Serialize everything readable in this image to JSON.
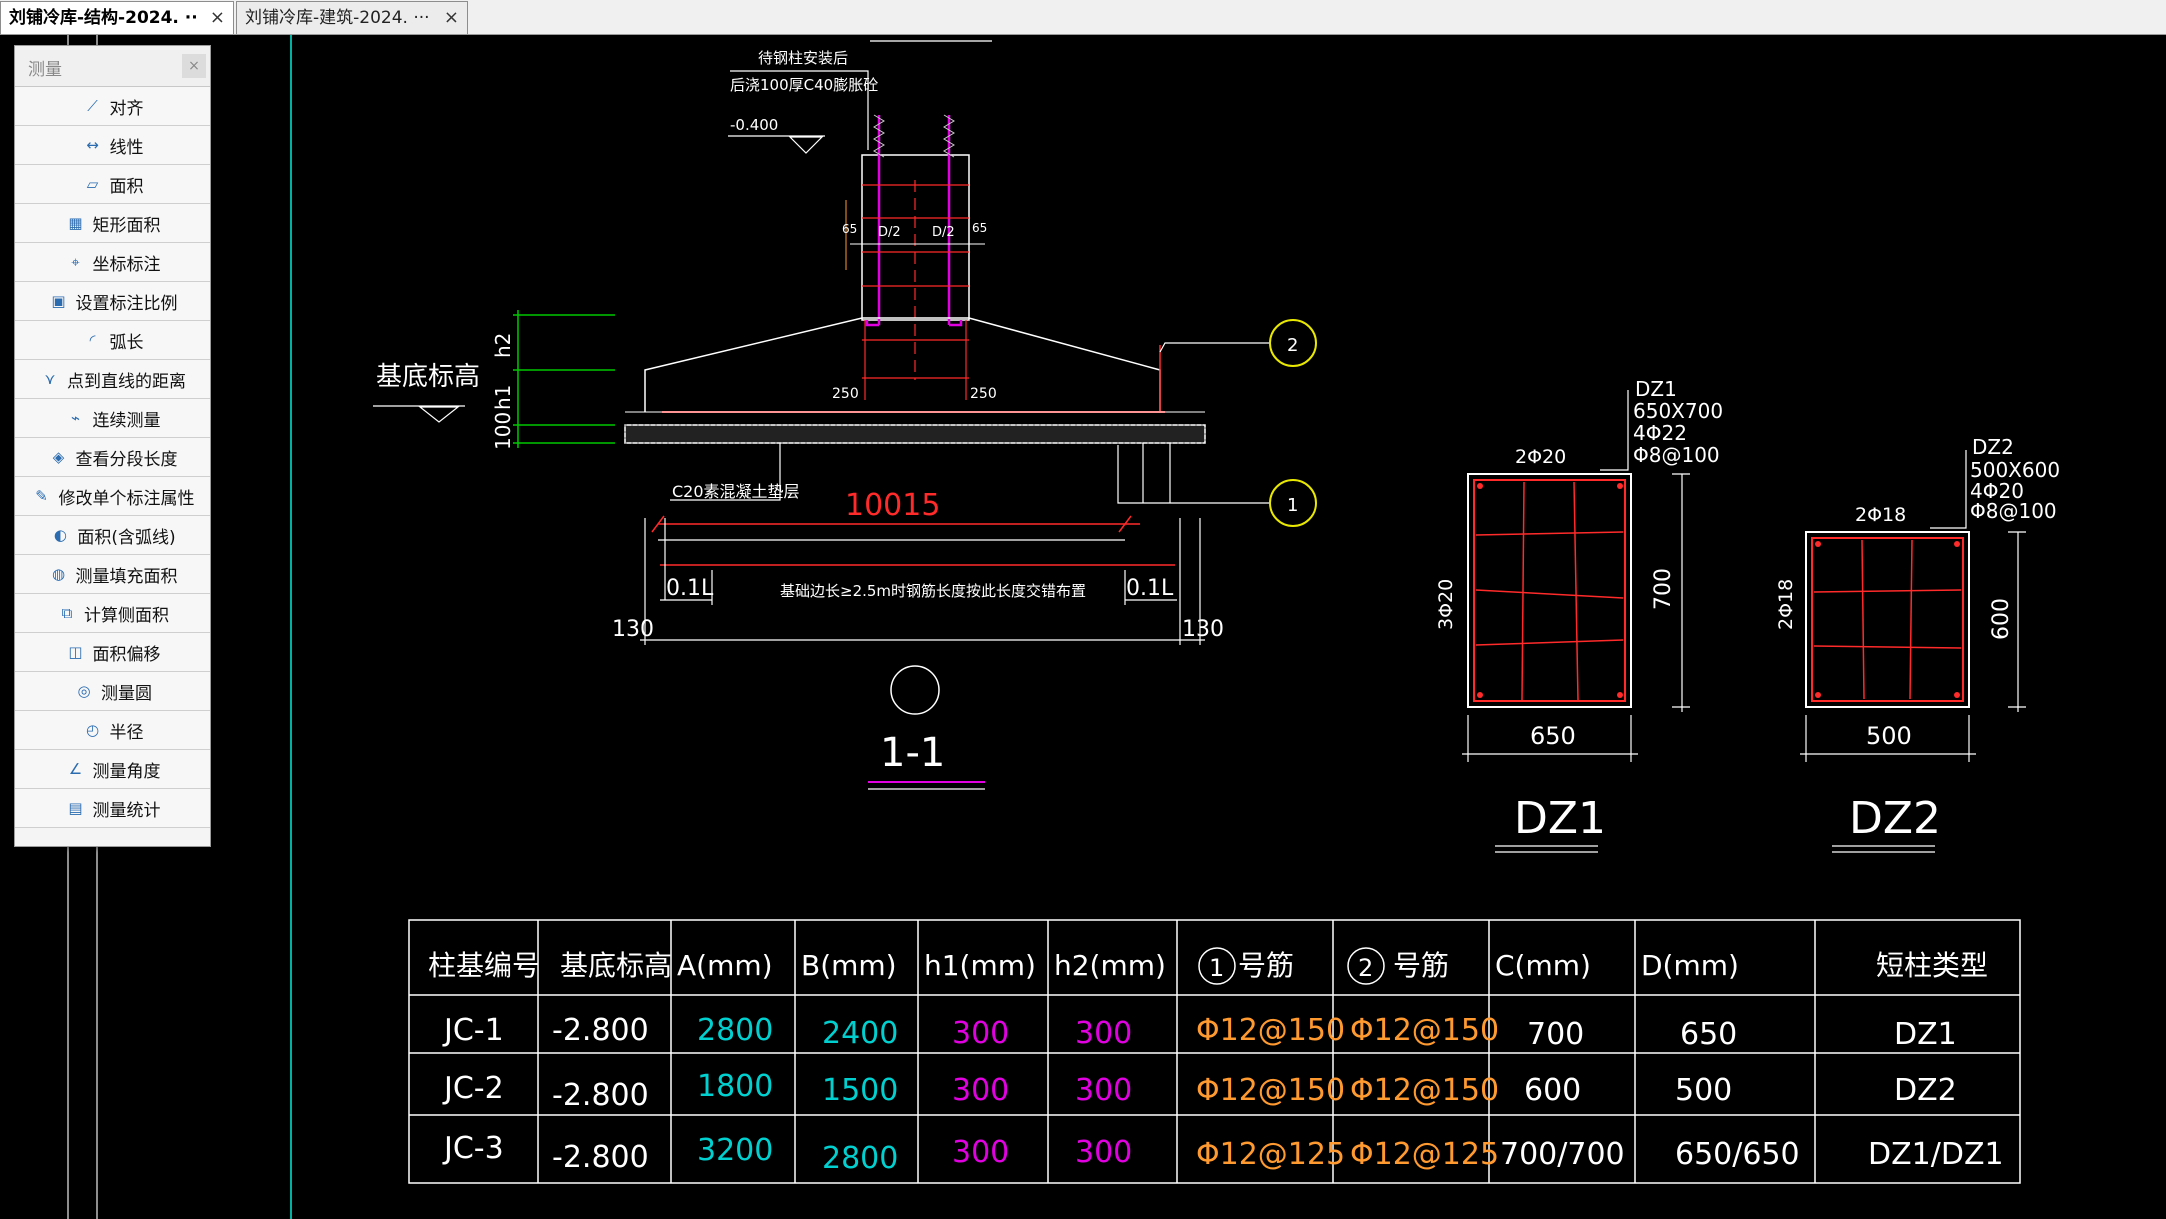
{
  "tabs": [
    {
      "label": "刘铺冷库-结构-2024. ··",
      "active": true
    },
    {
      "label": "刘铺冷库-建筑-2024. ···",
      "active": false
    }
  ],
  "tab_close_glyph": "×",
  "measure_panel": {
    "title": "测量",
    "close_glyph": "×",
    "items": [
      {
        "label": "对齐",
        "icon": "align-measure-icon"
      },
      {
        "label": "线性",
        "icon": "linear-measure-icon"
      },
      {
        "label": "面积",
        "icon": "area-icon"
      },
      {
        "label": "矩形面积",
        "icon": "rect-area-icon"
      },
      {
        "label": "坐标标注",
        "icon": "coordinate-icon"
      },
      {
        "label": "设置标注比例",
        "icon": "scale-icon"
      },
      {
        "label": "弧长",
        "icon": "arc-length-icon"
      },
      {
        "label": "点到直线的距离",
        "icon": "point-line-distance-icon"
      },
      {
        "label": "连续测量",
        "icon": "continuous-measure-icon"
      },
      {
        "label": "查看分段长度",
        "icon": "segment-length-icon"
      },
      {
        "label": "修改单个标注属性",
        "icon": "edit-annotation-icon"
      },
      {
        "label": "面积(含弧线)",
        "icon": "arc-area-icon"
      },
      {
        "label": "测量填充面积",
        "icon": "fill-area-icon"
      },
      {
        "label": "计算侧面积",
        "icon": "side-area-icon"
      },
      {
        "label": "面积偏移",
        "icon": "area-offset-icon"
      },
      {
        "label": "测量圆",
        "icon": "circle-measure-icon"
      },
      {
        "label": "半径",
        "icon": "radius-icon"
      },
      {
        "label": "测量角度",
        "icon": "angle-icon"
      },
      {
        "label": "测量统计",
        "icon": "statistics-icon"
      }
    ]
  },
  "drawing": {
    "section": {
      "note1": "待钢柱安装后",
      "note2": "后浇100厚C40膨胀砼",
      "level": "-0.400",
      "base_label": "基底标高",
      "h2": "h2",
      "h1": "h1",
      "h100": "100",
      "d1": "D/2",
      "d2": "D/2",
      "dim65a": "65",
      "dim65b": "65",
      "dim250a": "250",
      "dim250b": "250",
      "callout1": "1",
      "callout2": "2",
      "cushion": "C20素混凝土垫层",
      "length_dim": "10015",
      "left_01l": "0.1L",
      "right_01l": "0.1L",
      "long_note": "基础边长≥2.5m时钢筋长度按此长度交错布置",
      "left_130": "130",
      "right_130": "130",
      "title": "1-1"
    },
    "dz1": {
      "name": "DZ1",
      "size": "650X700",
      "bars": "4Φ22",
      "stirrup": "Φ8@100",
      "top": "2Φ20",
      "side": "3Φ20",
      "height": "700",
      "width": "650",
      "title": "DZ1"
    },
    "dz2": {
      "name": "DZ2",
      "size": "500X600",
      "bars": "4Φ20",
      "stirrup": "Φ8@100",
      "top": "2Φ18",
      "side": "2Φ18",
      "height": "600",
      "width": "500",
      "title": "DZ2"
    }
  },
  "table": {
    "headers": [
      "柱基编号",
      "基底标高",
      "A(mm)",
      "B(mm)",
      "h1(mm)",
      "h2(mm)",
      "号筋",
      "号筋",
      "C(mm)",
      "D(mm)",
      "短柱类型"
    ],
    "header_circles": [
      "1",
      "2"
    ],
    "rows": [
      [
        "JC-1",
        "-2.800",
        "2800",
        "2400",
        "300",
        "300",
        "Φ12@150",
        "Φ12@150",
        "700",
        "650",
        "DZ1"
      ],
      [
        "JC-2",
        "-2.800",
        "1800",
        "1500",
        "300",
        "300",
        "Φ12@150",
        "Φ12@150",
        "600",
        "500",
        "DZ2"
      ],
      [
        "JC-3",
        "-2.800",
        "3200",
        "2800",
        "300",
        "300",
        "Φ12@125",
        "Φ12@125",
        "700/700",
        "650/650",
        "DZ1/DZ1"
      ]
    ]
  },
  "colors": {
    "background": "#000000",
    "cad_white": "#ffffff",
    "cad_red": "#ff2a2a",
    "cad_cyan": "#00d0d0",
    "cad_magenta": "#e000e0",
    "cad_orange": "#ff9a30",
    "cad_yellow": "#e8e800",
    "cad_green": "#00c800"
  }
}
